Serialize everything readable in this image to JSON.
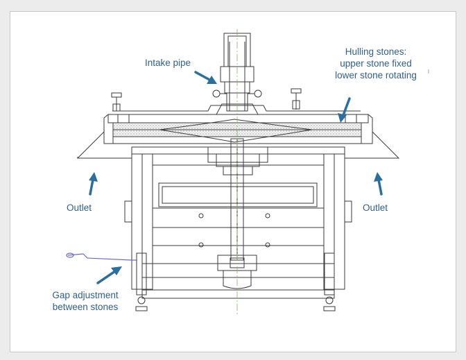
{
  "colors": {
    "label": "#2f5f8a",
    "arrow": "#2b6f9e",
    "line": "#3a3a3a",
    "centerline": "#7fb26b",
    "lever": "#6b6bcf",
    "background": "#ececec",
    "panel": "#ffffff"
  },
  "labels": {
    "intake_pipe": "Intake pipe",
    "hulling_stones": [
      "Hulling stones:",
      "upper stone fixed",
      "lower stone rotating"
    ],
    "outlet_left": "Outlet",
    "outlet_right": "Outlet",
    "gap_adjustment": [
      "Gap adjustment",
      "between stones"
    ]
  }
}
